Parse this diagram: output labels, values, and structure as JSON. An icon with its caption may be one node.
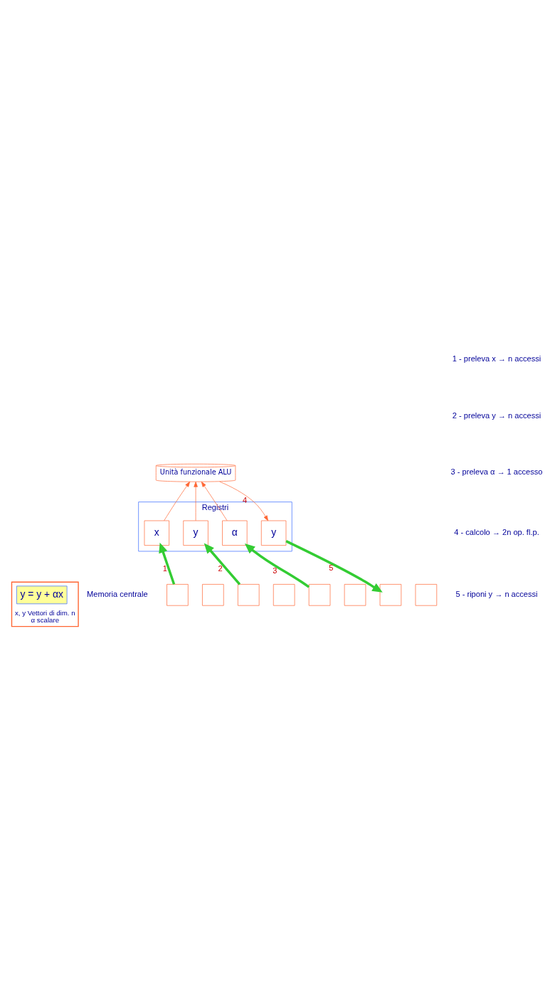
{
  "diagram": {
    "nodes": [
      {
        "text": [
          "x, y Vettori di dim. n",
          "α scalare"
        ]
      },
      {
        "text": [
          "y = y + αx"
        ],
        "in": 0
      },
      {
        "text": [
          "Unità funzionale ALU"
        ]
      },
      {
        "text": [
          "Registri"
        ]
      },
      {
        "text": [
          "x"
        ],
        "in": 3
      },
      {
        "text": [
          "y"
        ],
        "in": 3
      },
      {
        "text": [
          "α"
        ],
        "in": 3
      },
      {
        "text": [
          "y"
        ],
        "in": 3
      },
      {
        "text": [],
        "shape": "box"
      },
      {
        "text": [],
        "shape": "box"
      },
      {
        "text": [],
        "shape": "box"
      },
      {
        "text": [],
        "shape": "box"
      },
      {
        "text": [],
        "shape": "box"
      },
      {
        "text": [],
        "shape": "box"
      },
      {
        "text": [],
        "shape": "box"
      },
      {
        "text": [],
        "shape": "box"
      }
    ],
    "edges": [
      {
        "from": 4,
        "to": 2,
        "arrow": "to",
        "color": "#ff6633"
      },
      {
        "from": 5,
        "to": 2,
        "arrow": "to",
        "color": "#ff6633"
      },
      {
        "from": 6,
        "to": 2,
        "arrow": "to",
        "color": "#ff6633"
      },
      {
        "from": 2,
        "to": 7,
        "arrow": "to",
        "label": "4",
        "color": "#ff6633"
      },
      {
        "from": 8,
        "to": 4,
        "arrow": "to",
        "label": "1",
        "style": "thick",
        "color": "#33cc33"
      },
      {
        "from": 10,
        "to": 5,
        "arrow": "to",
        "label": "2",
        "style": "thick",
        "color": "#33cc33"
      },
      {
        "from": 12,
        "to": 6,
        "arrow": "to",
        "label": "3",
        "style": "thick",
        "color": "#33cc33"
      },
      {
        "from": 7,
        "to": 14,
        "arrow": "to",
        "label": "5",
        "style": "thick",
        "color": "#33cc33"
      }
    ],
    "labels": [
      "Memoria centrale",
      "1 - preleva x → n accessi",
      "2 - preleva y → n accessi",
      "3 - preleva α → 1 accesso",
      "4 - calcolo → 2n op. fl.p.",
      "5 - riponi y → n accessi"
    ]
  }
}
